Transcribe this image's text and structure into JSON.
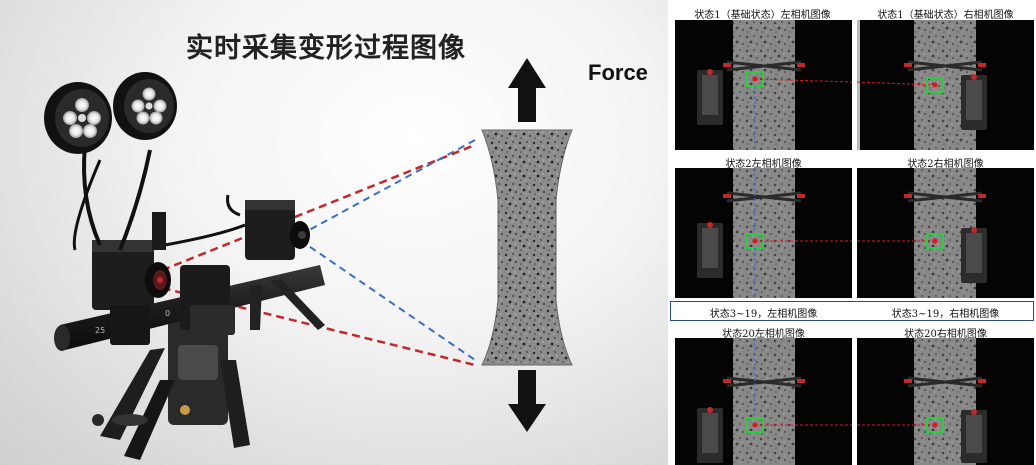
{
  "title": "实时采集变形过程图像",
  "force_label": "Force",
  "panels": {
    "state1_left": "状态1（基础状态）左相机图像",
    "state1_right": "状态1（基础状态）右相机图像",
    "state2_left": "状态2左相机图像",
    "state2_right": "状态2右相机图像",
    "state3_19_left": "状态3~19，左相机图像",
    "state3_19_right": "状态3~19，右相机图像",
    "state20_left": "状态20左相机图像",
    "state20_right": "状态20右相机图像"
  },
  "camera_rig": {
    "scale_marks": [
      "25",
      "0"
    ]
  },
  "colors": {
    "line_red": "#c0282a",
    "line_blue": "#3a6fc4",
    "marker_green": "#2ecc40",
    "marker_red": "#e0151a",
    "specimen": "#8c8c8c"
  }
}
